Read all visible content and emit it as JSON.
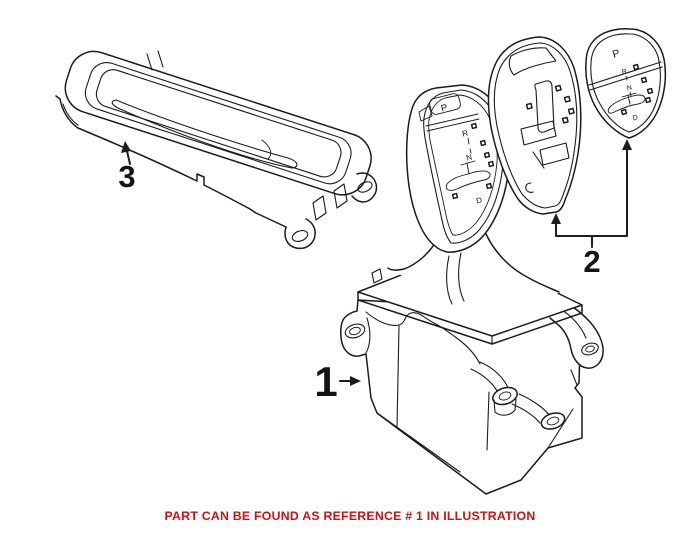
{
  "page": {
    "background": "#ffffff"
  },
  "caption": {
    "text": "PART CAN BE FOUND AS REFERENCE # 1 IN ILLUSTRATION",
    "color": "#cc1111"
  },
  "callouts": {
    "part1": "1",
    "part2": "2",
    "part3": "3"
  },
  "markings": {
    "park": "P",
    "reverse": "R",
    "neutral": "N",
    "drive": "D"
  },
  "artwork": {
    "line_color": "#1c1c1c",
    "background": "#ffffff"
  }
}
